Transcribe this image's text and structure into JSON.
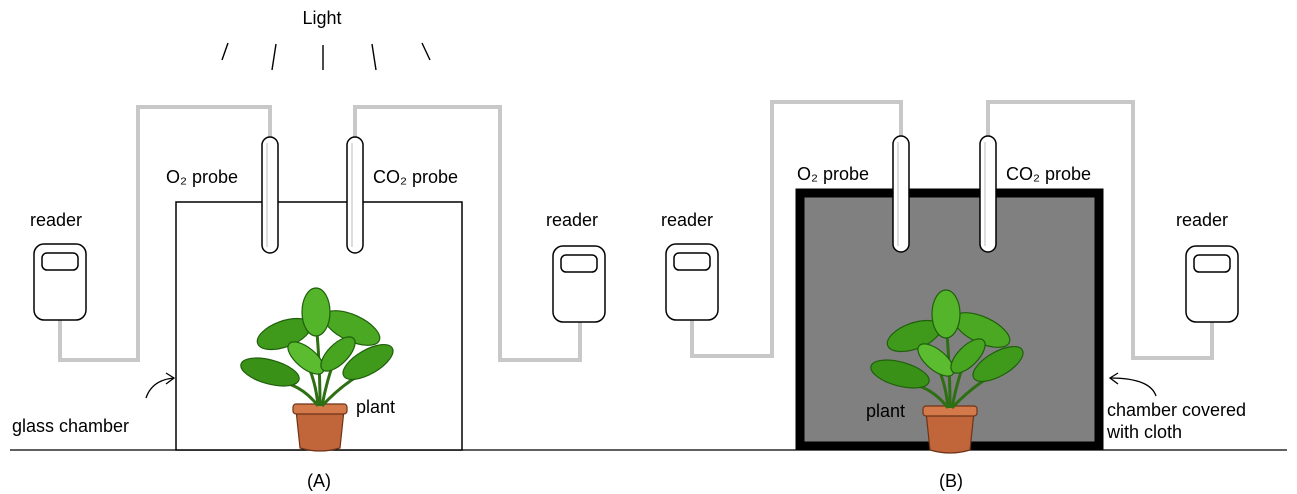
{
  "light_label": "Light",
  "panels": [
    {
      "caption": "(A)",
      "o2_label": "O₂ probe",
      "co2_label": "CO₂ probe",
      "reader_left": "reader",
      "reader_right": "reader",
      "plant_label": "plant",
      "chamber_label": "glass chamber"
    },
    {
      "caption": "(B)",
      "o2_label": "O₂ probe",
      "co2_label": "CO₂ probe",
      "reader_left": "reader",
      "reader_right": "reader",
      "plant_label": "plant",
      "chamber_label_line1": "chamber covered",
      "chamber_label_line2": "with cloth"
    }
  ],
  "colors": {
    "wire": "#c8c8c8",
    "cloth": "#808080",
    "leaf": "#3f9a1c",
    "leaf_dark": "#1f5f0c",
    "pot": "#c0663a"
  }
}
